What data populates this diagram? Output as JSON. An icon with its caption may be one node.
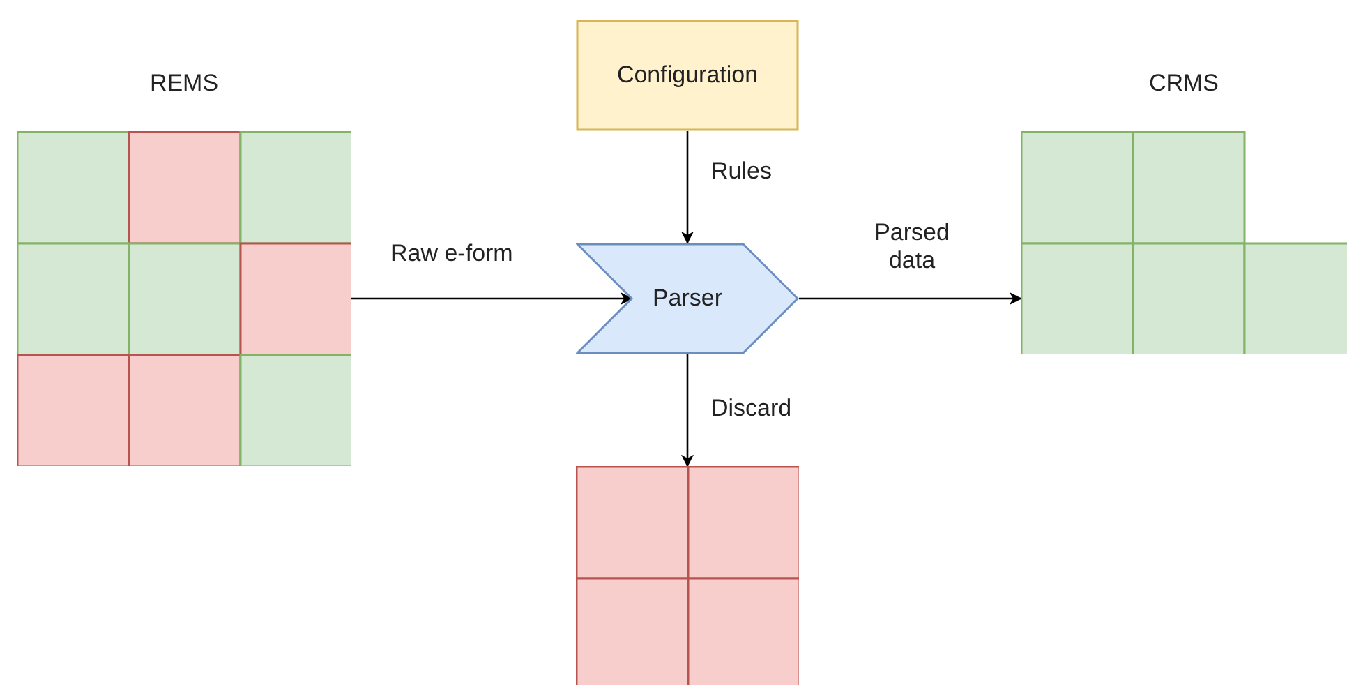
{
  "diagram": {
    "nodes": [
      {
        "text": [
          "REMS"
        ]
      },
      {
        "text": [
          "Configuration"
        ]
      },
      {
        "text": [
          "Parser"
        ]
      },
      {
        "text": [
          "CRMS"
        ]
      },
      {
        "text": [],
        "shape": "box"
      }
    ],
    "edges": [
      {
        "from": 0,
        "to": 2,
        "arrow": "to",
        "label": "Raw e-form"
      },
      {
        "from": 1,
        "to": 2,
        "arrow": "to",
        "label": "Rules"
      },
      {
        "from": 2,
        "to": 3,
        "arrow": "to",
        "label": "Parsed data"
      },
      {
        "from": 2,
        "to": 4,
        "arrow": "to",
        "label": "Discard"
      }
    ]
  }
}
